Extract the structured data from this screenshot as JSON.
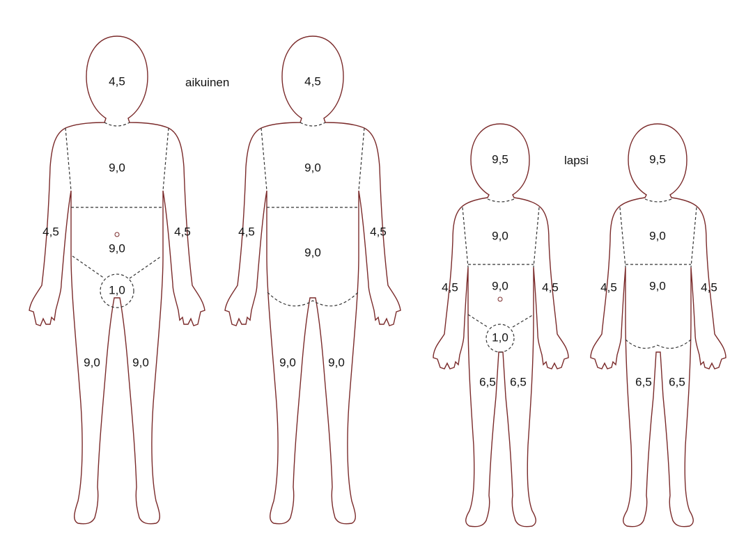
{
  "labels": {
    "adult_caption": "aikuinen",
    "child_caption": "lapsi"
  },
  "adult_front": {
    "head": "4,5",
    "chest": "9,0",
    "abdomen": "9,0",
    "groin": "1,0",
    "arm_left": "4,5",
    "arm_right": "4,5",
    "leg_left": "9,0",
    "leg_right": "9,0"
  },
  "adult_back": {
    "head": "4,5",
    "upper_back": "9,0",
    "lower_back": "9,0",
    "arm_left": "4,5",
    "arm_right": "4,5",
    "leg_left": "9,0",
    "leg_right": "9,0"
  },
  "child_front": {
    "head": "9,5",
    "chest": "9,0",
    "abdomen": "9,0",
    "groin": "1,0",
    "arm_left": "4,5",
    "arm_right": "4,5",
    "leg_left": "6,5",
    "leg_right": "6,5"
  },
  "child_back": {
    "head": "9,5",
    "upper_back": "9,0",
    "lower_back": "9,0",
    "arm_left": "4,5",
    "arm_right": "4,5",
    "leg_left": "6,5",
    "leg_right": "6,5"
  },
  "colors": {
    "background": "#ffffff",
    "outline": "#7a2a2a",
    "zone_lines": "#333333"
  }
}
